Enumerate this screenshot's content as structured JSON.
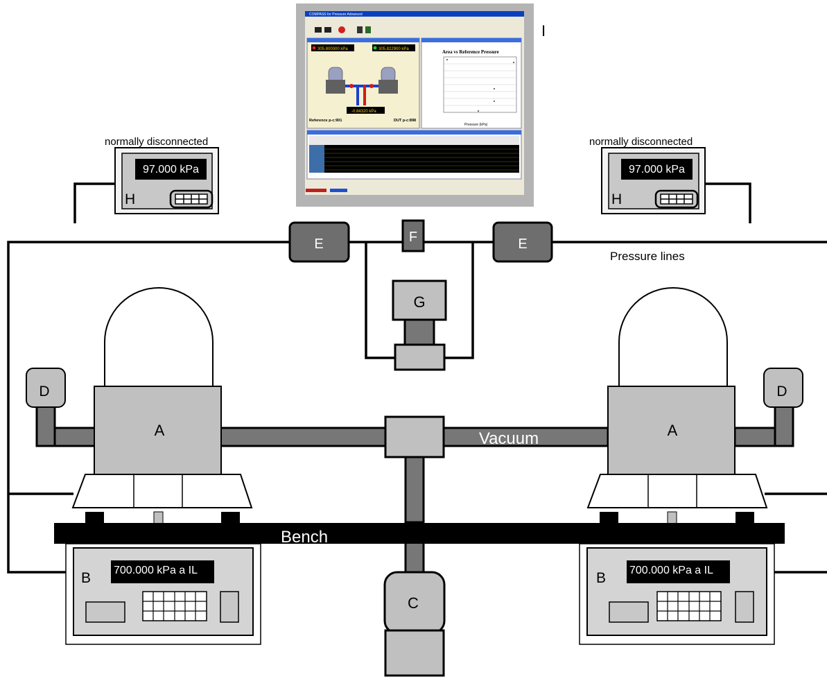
{
  "labels": {
    "A": "A",
    "B": "B",
    "C": "C",
    "D": "D",
    "E": "E",
    "F": "F",
    "G": "G",
    "H": "H",
    "I": "I"
  },
  "text": {
    "normally_disconnected": "normally disconnected",
    "pressure_lines": "Pressure lines",
    "vacuum": "Vacuum",
    "bench": "Bench",
    "h_display": "97.000 kPa",
    "b_display": "700.000 kPa a IL"
  },
  "software": {
    "window_title": "COMPASS for Pressure Advanced",
    "reference_pressure": "305.800000 kPa",
    "dut_pressure": "305.822900 kPa",
    "diff_pressure": "-0.84320 kPa",
    "reference_label": "Reference p-c:901",
    "dut_label": "DUT p-c:898",
    "chart_title": "Area vs Reference Pressure",
    "chart_xlabel": "Pressure (kPa)"
  },
  "colors": {
    "line": "#000000",
    "box_light": "#c0c0c0",
    "box_dark": "#7a7a7a",
    "bench": "#000000",
    "display": "#000000",
    "monitor_frame": "#b4b4b4"
  }
}
